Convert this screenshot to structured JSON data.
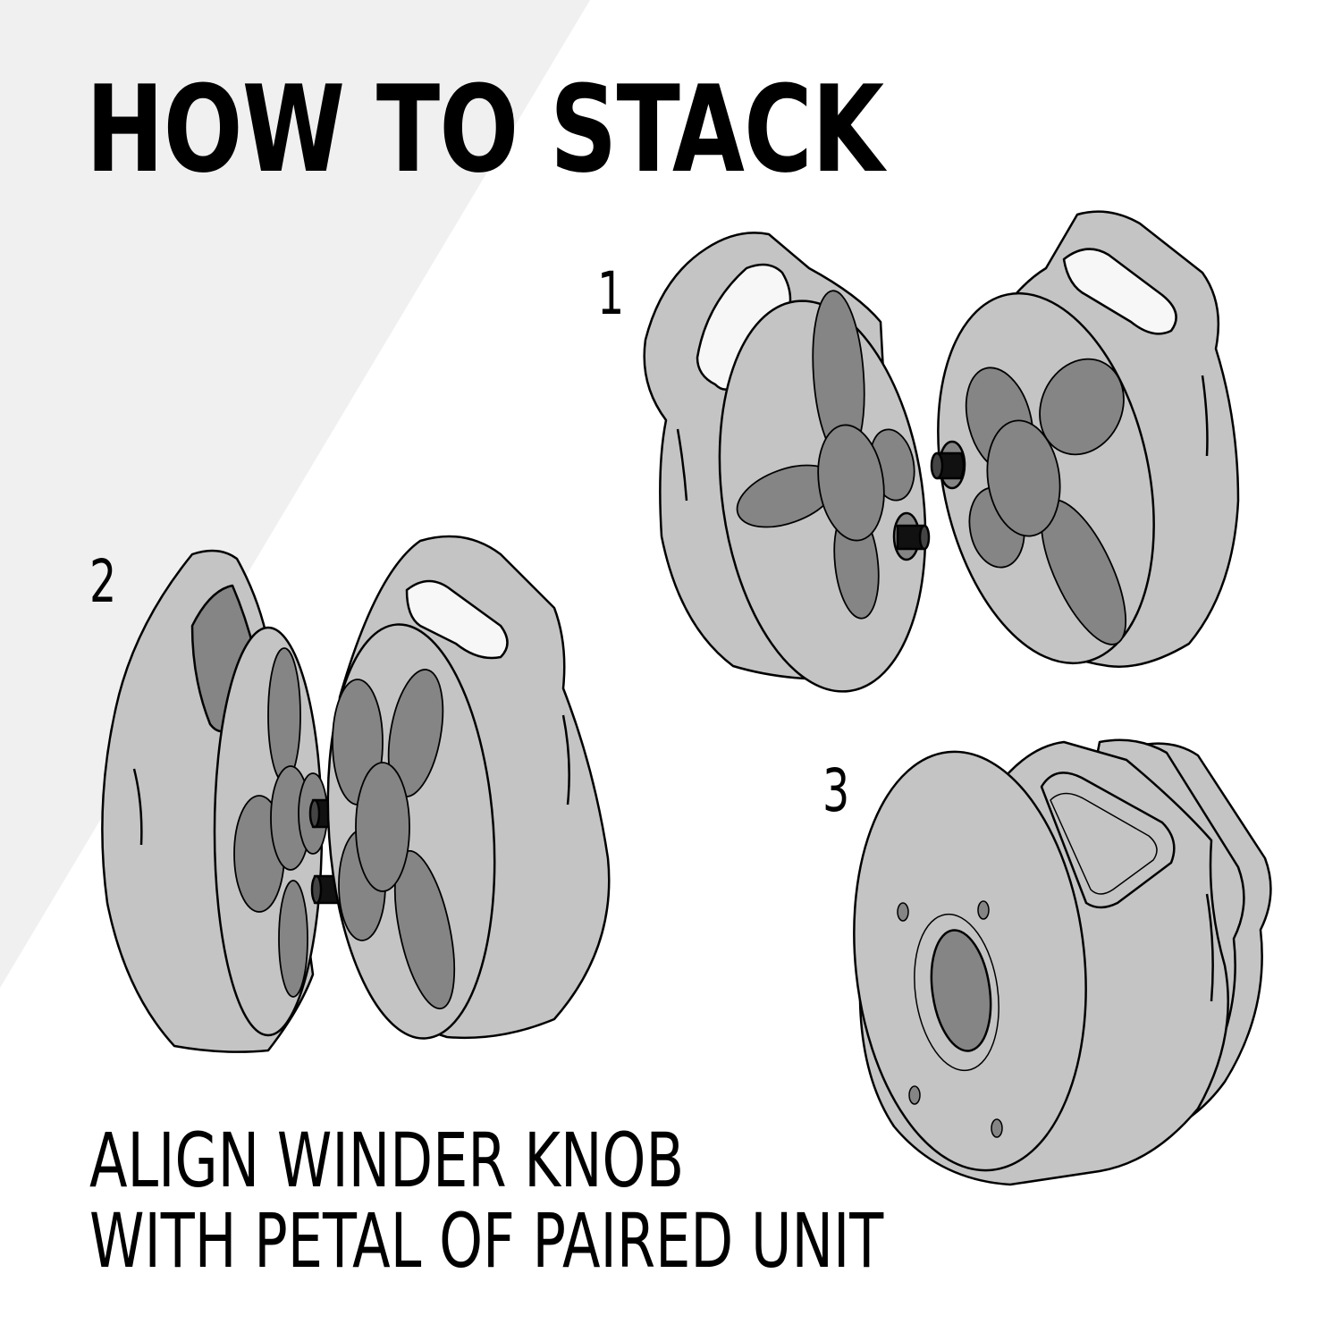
{
  "title": "HOW TO STACK",
  "steps": [
    {
      "number": "1"
    },
    {
      "number": "2"
    },
    {
      "number": "3"
    }
  ],
  "caption": {
    "line1": "ALIGN WINDER KNOB",
    "line2": "WITH PETAL OF PAIRED UNIT"
  },
  "colors": {
    "background": "#ffffff",
    "accent_panel": "#f0f0f0",
    "body_fill": "#c4c4c4",
    "petal_fill": "#858585",
    "outline": "#000000"
  }
}
